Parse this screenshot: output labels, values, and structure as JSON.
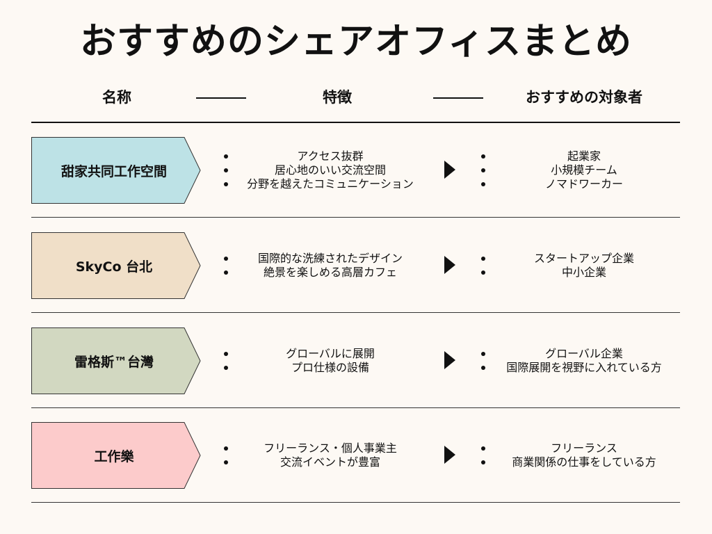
{
  "title": "おすすめのシェアオフィスまとめ",
  "headers": {
    "name": "名称",
    "features": "特徴",
    "target": "おすすめの対象者"
  },
  "rows": [
    {
      "name": "甜家共同工作空間",
      "color": "#bde2e6",
      "features": [
        "アクセス抜群",
        "居心地のいい交流空間",
        "分野を越えたコミュニケーション"
      ],
      "targets": [
        "起業家",
        "小規模チーム",
        "ノマドワーカー"
      ]
    },
    {
      "name": "SkyCo 台北",
      "color": "#f0dfc8",
      "features": [
        "国際的な洗練されたデザイン",
        "絶景を楽しめる高層カフェ"
      ],
      "targets": [
        "スタートアップ企業",
        "中小企業"
      ]
    },
    {
      "name": "雷格斯™台灣",
      "color": "#d2d8c1",
      "features": [
        "グローバルに展開",
        "プロ仕様の設備"
      ],
      "targets": [
        "グローバル企業",
        "国際展開を視野に入れている方"
      ]
    },
    {
      "name": "工作樂",
      "color": "#fccbcb",
      "features": [
        "フリーランス・個人事業主",
        "交流イベントが豊富"
      ],
      "targets": [
        "フリーランス",
        "商業関係の仕事をしている方"
      ]
    }
  ]
}
